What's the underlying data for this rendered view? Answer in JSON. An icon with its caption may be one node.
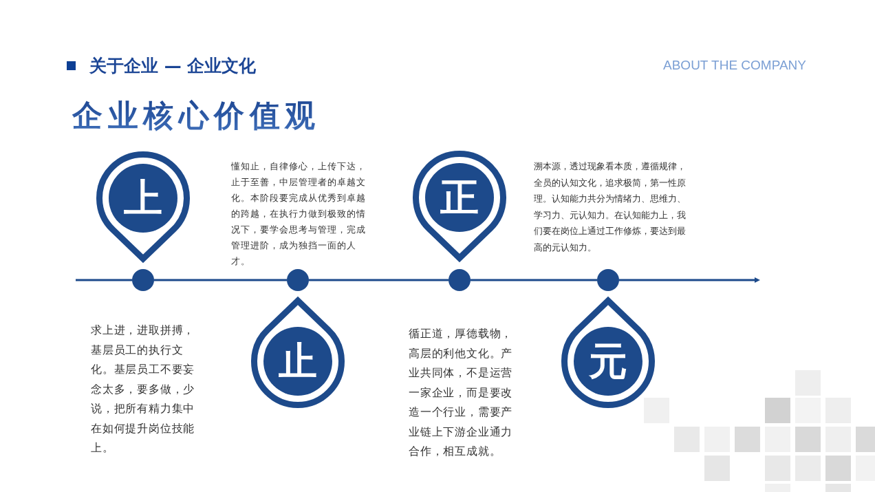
{
  "diagram": {
    "title": "企业核心价值观",
    "nodes": [
      {
        "text": [
          "上"
        ]
      },
      {
        "text": [
          "止"
        ]
      },
      {
        "text": [
          "正"
        ]
      },
      {
        "text": [
          "元"
        ]
      },
      {
        "text": [],
        "shape": "circle"
      },
      {
        "text": [],
        "shape": "circle"
      },
      {
        "text": [],
        "shape": "circle"
      },
      {
        "text": [],
        "shape": "circle"
      }
    ],
    "edges": [
      {
        "from": null,
        "to": 4,
        "arrow": "none"
      },
      {
        "from": 4,
        "to": 5,
        "arrow": "none"
      },
      {
        "from": 5,
        "to": 6,
        "arrow": "none"
      },
      {
        "from": 6,
        "to": 7,
        "arrow": "none"
      },
      {
        "from": 7,
        "to": null,
        "arrow": "to"
      }
    ],
    "labels": [
      "关于企业 — 企业文化",
      "ABOUT THE COMPANY",
      "懂知止，自律修心，上传下达，止于至善，中层管理者的卓越文化。本阶段要完成从优秀到卓越的跨越，在执行力做到极致的情况下，要学会思考与管理，完成管理进阶，成为独挡一面的人才。",
      "溯本源，透过现象看本质，遵循规律，全员的认知文化，追求极简，第一性原理。认知能力共分为情绪力、思维力、学习力、元认知力。在认知能力上，我们要在岗位上通过工作修炼，要达到最高的元认知力。",
      "求上进，进取拼搏，基层员工的执行文化。基层员工不要妄念太多，要多做，少说，把所有精力集中在如何提升岗位技能上。",
      "循正道，厚德载物，高层的利他文化。产业共同体，不是运营一家企业，而是要改造一个行业，需要产业链上下游企业通力合作，相互成就。"
    ]
  }
}
